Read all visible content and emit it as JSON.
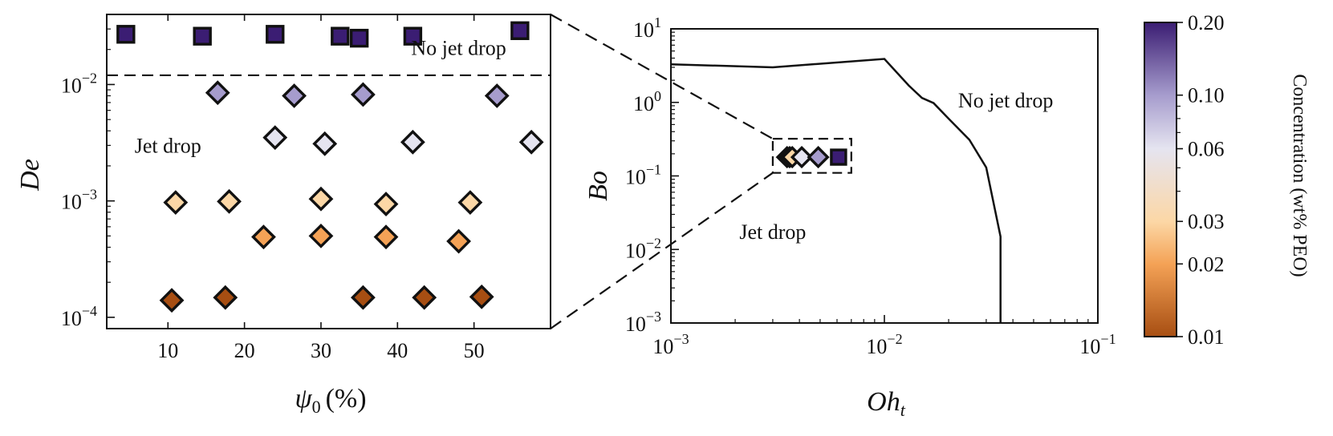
{
  "chart_data": [
    {
      "type": "scatter",
      "xlabel": "ψ0 (%)",
      "ylabel": "De",
      "x_scale": "linear",
      "y_scale": "log",
      "xlim": [
        2,
        60
      ],
      "ylim": [
        8e-05,
        0.04
      ],
      "xticks": [
        10,
        20,
        30,
        40,
        50
      ],
      "yticks": [
        0.0001,
        0.001,
        0.01
      ],
      "ytick_labels": [
        {
          "base": "10",
          "exp": "−4"
        },
        {
          "base": "10",
          "exp": "−3"
        },
        {
          "base": "10",
          "exp": "−2"
        }
      ],
      "threshold_line": {
        "y": 0.012,
        "style": "dashed"
      },
      "annotations": [
        {
          "text": "No jet drop",
          "x": 48,
          "y": 0.018
        },
        {
          "text": "Jet drop",
          "x": 10,
          "y": 0.0026
        }
      ],
      "series": [
        {
          "concentration": 0.2,
          "marker": "square",
          "color": "#3b1d73",
          "points": [
            [
              4.5,
              0.027
            ],
            [
              14.5,
              0.026
            ],
            [
              24,
              0.027
            ],
            [
              32.5,
              0.026
            ],
            [
              35,
              0.025
            ],
            [
              42,
              0.026
            ],
            [
              56,
              0.029
            ]
          ]
        },
        {
          "concentration": 0.1,
          "marker": "diamond",
          "color": "#a69ccd",
          "points": [
            [
              16.5,
              0.0085
            ],
            [
              26.5,
              0.008
            ],
            [
              35.5,
              0.0082
            ],
            [
              53,
              0.008
            ]
          ]
        },
        {
          "concentration": 0.06,
          "marker": "diamond",
          "color": "#e5e4f0",
          "points": [
            [
              24,
              0.0035
            ],
            [
              30.5,
              0.0031
            ],
            [
              42,
              0.0032
            ],
            [
              57.5,
              0.0032
            ]
          ]
        },
        {
          "concentration": 0.03,
          "marker": "diamond",
          "color": "#fcd7a6",
          "points": [
            [
              11,
              0.00097
            ],
            [
              18,
              0.00099
            ],
            [
              30,
              0.00104
            ],
            [
              38.5,
              0.00094
            ],
            [
              49.5,
              0.00097
            ]
          ]
        },
        {
          "concentration": 0.02,
          "marker": "diamond",
          "color": "#f4a256",
          "points": [
            [
              22.5,
              0.00049
            ],
            [
              30,
              0.0005
            ],
            [
              38.5,
              0.00049
            ],
            [
              48,
              0.00045
            ]
          ]
        },
        {
          "concentration": 0.01,
          "marker": "diamond",
          "color": "#a74e12",
          "points": [
            [
              10.5,
              0.00014
            ],
            [
              17.5,
              0.000148
            ],
            [
              35.5,
              0.000148
            ],
            [
              43.5,
              0.000148
            ],
            [
              51,
              0.00015
            ]
          ]
        }
      ]
    },
    {
      "type": "scatter",
      "xlabel": "Oh_t",
      "ylabel": "Bo",
      "x_scale": "log",
      "y_scale": "log",
      "xlim": [
        0.001,
        0.1
      ],
      "ylim": [
        0.001,
        10
      ],
      "xticks": [
        0.001,
        0.01,
        0.1
      ],
      "xtick_labels": [
        {
          "base": "10",
          "exp": "−3"
        },
        {
          "base": "10",
          "exp": "−2"
        },
        {
          "base": "10",
          "exp": "−1"
        }
      ],
      "yticks": [
        0.001,
        0.01,
        0.1,
        1,
        10
      ],
      "ytick_labels": [
        {
          "base": "10",
          "exp": "−3"
        },
        {
          "base": "10",
          "exp": "−2"
        },
        {
          "base": "10",
          "exp": "−1"
        },
        {
          "base": "10",
          "exp": "0"
        },
        {
          "base": "10",
          "exp": "1"
        }
      ],
      "boundary_curve": [
        [
          0.001,
          3.3
        ],
        [
          0.003,
          3.0
        ],
        [
          0.01,
          3.9
        ],
        [
          0.013,
          1.7
        ],
        [
          0.015,
          1.15
        ],
        [
          0.017,
          0.98
        ],
        [
          0.02,
          0.6
        ],
        [
          0.025,
          0.31
        ],
        [
          0.03,
          0.13
        ],
        [
          0.035,
          0.015
        ],
        [
          0.035,
          0.001
        ]
      ],
      "zoom_box": {
        "x": [
          0.003,
          0.007
        ],
        "y": [
          0.11,
          0.32
        ]
      },
      "annotations": [
        {
          "text": "No jet drop",
          "x": 0.037,
          "y": 0.85
        },
        {
          "text": "Jet drop",
          "x": 0.003,
          "y": 0.014
        }
      ],
      "series": [
        {
          "concentration": 0.01,
          "marker": "diamond",
          "color": "#a74e12",
          "points": [
            [
              0.0035,
              0.18
            ]
          ]
        },
        {
          "concentration": 0.02,
          "marker": "diamond",
          "color": "#f4a256",
          "points": [
            [
              0.0036,
              0.18
            ]
          ]
        },
        {
          "concentration": 0.03,
          "marker": "diamond",
          "color": "#fcd7a6",
          "points": [
            [
              0.0037,
              0.18
            ]
          ]
        },
        {
          "concentration": 0.06,
          "marker": "diamond",
          "color": "#e5e4f0",
          "points": [
            [
              0.0041,
              0.18
            ]
          ]
        },
        {
          "concentration": 0.1,
          "marker": "diamond",
          "color": "#a69ccd",
          "points": [
            [
              0.0049,
              0.18
            ]
          ]
        },
        {
          "concentration": 0.2,
          "marker": "square",
          "color": "#3b1d73",
          "points": [
            [
              0.0061,
              0.18
            ]
          ]
        }
      ]
    }
  ],
  "colorbar": {
    "label": "Concentration (wt% PEO)",
    "scale": "log",
    "range": [
      0.01,
      0.2
    ],
    "ticks": [
      0.01,
      0.02,
      0.03,
      0.06,
      0.1,
      0.2
    ],
    "tick_labels": [
      "0.01",
      "0.02",
      "0.03",
      "0.06",
      "0.10",
      "0.20"
    ],
    "colors": [
      "#a74e12",
      "#f4a256",
      "#fcd7a6",
      "#e5e4f0",
      "#a69ccd",
      "#3b1d73"
    ]
  }
}
